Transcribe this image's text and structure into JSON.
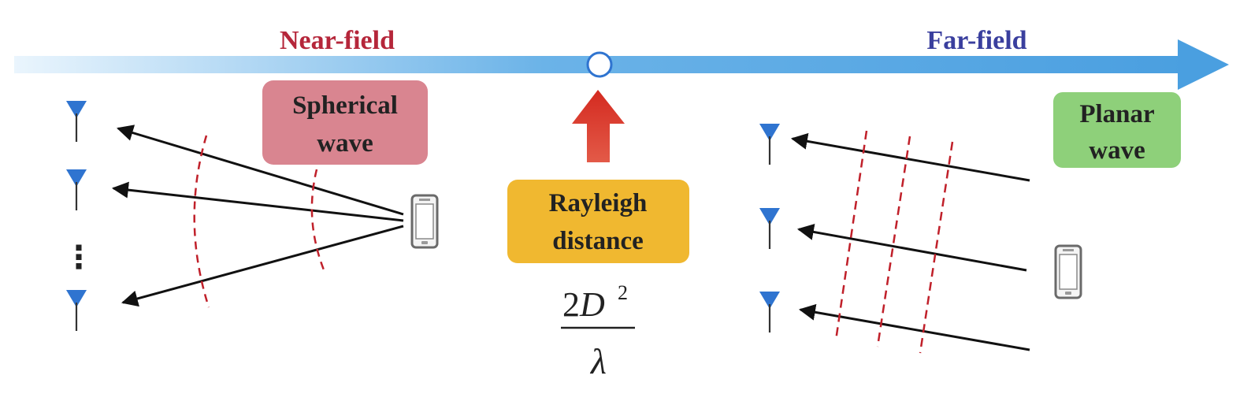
{
  "near_field_label": "Near-field",
  "far_field_label": "Far-field",
  "spherical_wave_line1": "Spherical",
  "spherical_wave_line2": "wave",
  "planar_wave_line1": "Planar",
  "planar_wave_line2": "wave",
  "rayleigh_line1": "Rayleigh",
  "rayleigh_line2": "distance",
  "formula": {
    "numerator_coeff": "2",
    "numerator_var": "D",
    "exponent": "2",
    "denominator": "λ"
  },
  "ellipsis": "⋮",
  "colors": {
    "near_field_text": "#b5263a",
    "far_field_text": "#3a3f9e",
    "axis_arrow": "#4a9fe0",
    "spherical_box": "#d98590",
    "planar_box": "#8ed07a",
    "rayleigh_box": "#f0b830",
    "red_arrow": "#d42a20",
    "antenna": "#2f74d0",
    "wavefront": "#c0202a"
  },
  "icons": {
    "antenna": "antenna-icon",
    "phone": "phone-icon"
  }
}
